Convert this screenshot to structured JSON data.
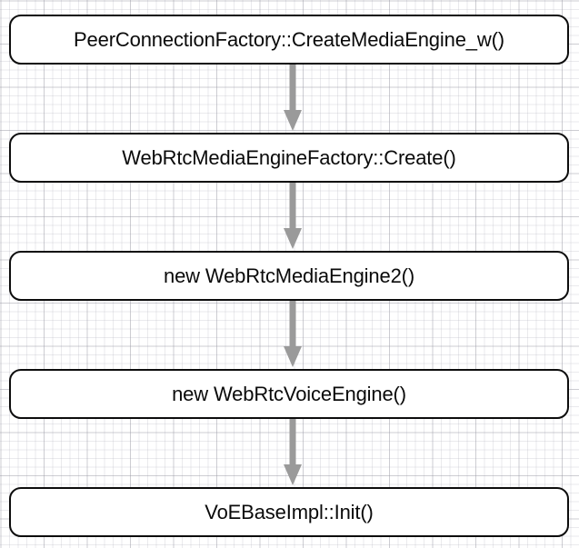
{
  "diagram": {
    "type": "flowchart",
    "orientation": "vertical",
    "background": "graph-paper-grid",
    "colors": {
      "node_border": "#0d0d0d",
      "node_fill": "#ffffff",
      "arrow": "#9a9a9a",
      "grid_line": "#b9b9c3",
      "text": "#0a0a0a"
    },
    "nodes": [
      {
        "id": "node-1",
        "label": "PeerConnectionFactory::CreateMediaEngine_w()"
      },
      {
        "id": "node-2",
        "label": "WebRtcMediaEngineFactory::Create()"
      },
      {
        "id": "node-3",
        "label": "new WebRtcMediaEngine2()"
      },
      {
        "id": "node-4",
        "label": "new WebRtcVoiceEngine()"
      },
      {
        "id": "node-5",
        "label": "VoEBaseImpl::Init()"
      }
    ],
    "edges": [
      {
        "id": "arrow-1",
        "from": "node-1",
        "to": "node-2",
        "style": "solid-down-arrow"
      },
      {
        "id": "arrow-2",
        "from": "node-2",
        "to": "node-3",
        "style": "solid-down-arrow"
      },
      {
        "id": "arrow-3",
        "from": "node-3",
        "to": "node-4",
        "style": "solid-down-arrow"
      },
      {
        "id": "arrow-4",
        "from": "node-4",
        "to": "node-5",
        "style": "solid-down-arrow"
      }
    ]
  }
}
